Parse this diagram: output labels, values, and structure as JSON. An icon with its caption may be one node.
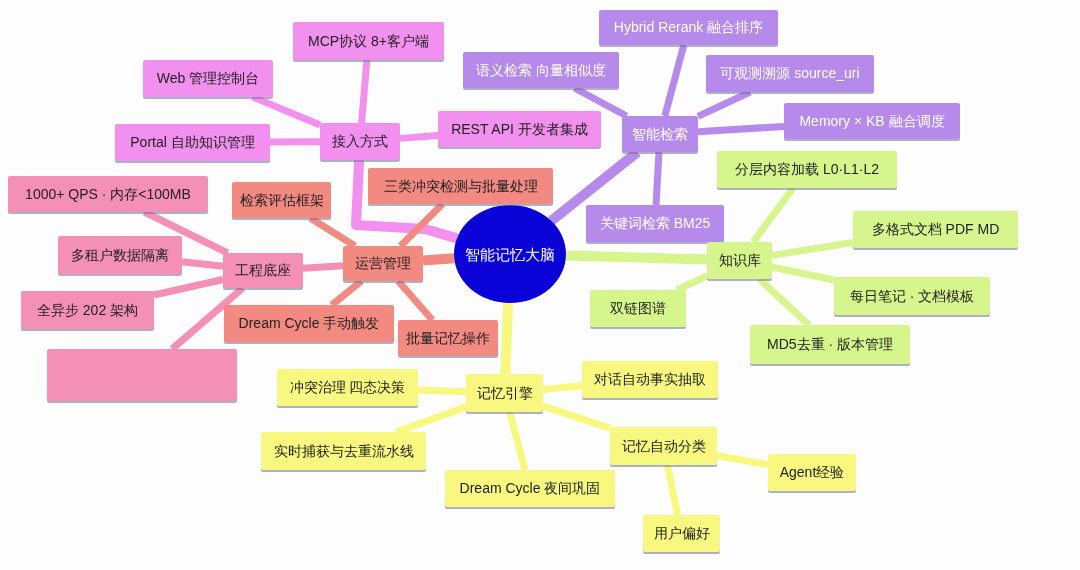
{
  "diagram": {
    "nodes": [
      {
        "text": [
          "智能记忆大脑"
        ]
      },
      {
        "text": [
          "接入方式"
        ]
      },
      {
        "text": [
          "MCP协议 8+客户端"
        ]
      },
      {
        "text": [
          "Web 管理控制台"
        ]
      },
      {
        "text": [
          "Portal 自助知识管理"
        ]
      },
      {
        "text": [
          "REST API 开发者集成"
        ]
      },
      {
        "text": [
          "智能检索"
        ]
      },
      {
        "text": [
          "Hybrid Rerank 融合排序"
        ]
      },
      {
        "text": [
          "语义检索 向量相似度"
        ]
      },
      {
        "text": [
          "可观测溯源 source_uri"
        ]
      },
      {
        "text": [
          "Memory × KB 融合调度"
        ]
      },
      {
        "text": [
          "关键词检索 BM25"
        ]
      },
      {
        "text": [
          "知识库"
        ]
      },
      {
        "text": [
          "分层内容加载 L0·L1·L2"
        ]
      },
      {
        "text": [
          "多格式文档 PDF MD"
        ]
      },
      {
        "text": [
          "每日笔记 · 文档模板"
        ]
      },
      {
        "text": [
          "MD5去重 · 版本管理"
        ]
      },
      {
        "text": [
          "双链图谱"
        ]
      },
      {
        "text": [
          "记忆引擎"
        ]
      },
      {
        "text": [
          "对话自动事实抽取"
        ]
      },
      {
        "text": [
          "冲突治理 四态决策"
        ]
      },
      {
        "text": [
          "实时捕获与去重流水线"
        ]
      },
      {
        "text": [
          "Dream Cycle 夜间巩固"
        ]
      },
      {
        "text": [
          "记忆自动分类"
        ]
      },
      {
        "text": [
          "Agent经验"
        ]
      },
      {
        "text": [
          "用户偏好"
        ]
      },
      {
        "text": [
          "运营管理"
        ]
      },
      {
        "text": [
          "三类冲突检测与批量处理"
        ]
      },
      {
        "text": [
          "检索评估框架"
        ]
      },
      {
        "text": [
          "Dream Cycle 手动触发"
        ]
      },
      {
        "text": [
          "批量记忆操作"
        ]
      },
      {
        "text": [
          "工程底座"
        ]
      },
      {
        "text": [
          "1000+ QPS · 内存<100MB"
        ]
      },
      {
        "text": [
          "多租户数据隔离"
        ]
      },
      {
        "text": [
          "全异步 202 架构"
        ]
      },
      {
        "text": [],
        "shape": "box"
      }
    ],
    "edges": [
      {
        "from": 0,
        "to": 1,
        "arrow": "none",
        "color": "#f290ef"
      },
      {
        "from": 1,
        "to": 2,
        "arrow": "none",
        "color": "#f290ef"
      },
      {
        "from": 1,
        "to": 3,
        "arrow": "none",
        "color": "#f290ef"
      },
      {
        "from": 1,
        "to": 4,
        "arrow": "none",
        "color": "#f290ef"
      },
      {
        "from": 1,
        "to": 5,
        "arrow": "none",
        "color": "#f290ef"
      },
      {
        "from": 0,
        "to": 6,
        "arrow": "none",
        "color": "#b68aea"
      },
      {
        "from": 6,
        "to": 7,
        "arrow": "none",
        "color": "#b68aea"
      },
      {
        "from": 6,
        "to": 8,
        "arrow": "none",
        "color": "#b68aea"
      },
      {
        "from": 6,
        "to": 9,
        "arrow": "none",
        "color": "#b68aea"
      },
      {
        "from": 6,
        "to": 10,
        "arrow": "none",
        "color": "#b68aea"
      },
      {
        "from": 6,
        "to": 11,
        "arrow": "none",
        "color": "#b68aea"
      },
      {
        "from": 0,
        "to": 12,
        "arrow": "none",
        "color": "#d6f58c"
      },
      {
        "from": 12,
        "to": 13,
        "arrow": "none",
        "color": "#d6f58c"
      },
      {
        "from": 12,
        "to": 14,
        "arrow": "none",
        "color": "#d6f58c"
      },
      {
        "from": 12,
        "to": 15,
        "arrow": "none",
        "color": "#d6f58c"
      },
      {
        "from": 12,
        "to": 16,
        "arrow": "none",
        "color": "#d6f58c"
      },
      {
        "from": 12,
        "to": 17,
        "arrow": "none",
        "color": "#d6f58c"
      },
      {
        "from": 0,
        "to": 18,
        "arrow": "none",
        "color": "#f8f881"
      },
      {
        "from": 18,
        "to": 19,
        "arrow": "none",
        "color": "#f8f881"
      },
      {
        "from": 18,
        "to": 20,
        "arrow": "none",
        "color": "#f8f881"
      },
      {
        "from": 18,
        "to": 21,
        "arrow": "none",
        "color": "#f8f881"
      },
      {
        "from": 18,
        "to": 22,
        "arrow": "none",
        "color": "#f8f881"
      },
      {
        "from": 18,
        "to": 23,
        "arrow": "none",
        "color": "#f8f881"
      },
      {
        "from": 23,
        "to": 24,
        "arrow": "none",
        "color": "#f8f881"
      },
      {
        "from": 23,
        "to": 25,
        "arrow": "none",
        "color": "#f8f881"
      },
      {
        "from": 0,
        "to": 26,
        "arrow": "none",
        "color": "#f28a81"
      },
      {
        "from": 26,
        "to": 27,
        "arrow": "none",
        "color": "#f28a81"
      },
      {
        "from": 26,
        "to": 28,
        "arrow": "none",
        "color": "#f28a81"
      },
      {
        "from": 26,
        "to": 29,
        "arrow": "none",
        "color": "#f28a81"
      },
      {
        "from": 26,
        "to": 30,
        "arrow": "none",
        "color": "#f28a81"
      },
      {
        "from": 26,
        "to": 31,
        "arrow": "none",
        "color": "#f48fb6"
      },
      {
        "from": 31,
        "to": 32,
        "arrow": "none",
        "color": "#f48fb6"
      },
      {
        "from": 31,
        "to": 33,
        "arrow": "none",
        "color": "#f48fb6"
      },
      {
        "from": 31,
        "to": 34,
        "arrow": "none",
        "color": "#f48fb6"
      },
      {
        "from": 31,
        "to": 35,
        "arrow": "none",
        "color": "#f48fb6"
      }
    ]
  }
}
